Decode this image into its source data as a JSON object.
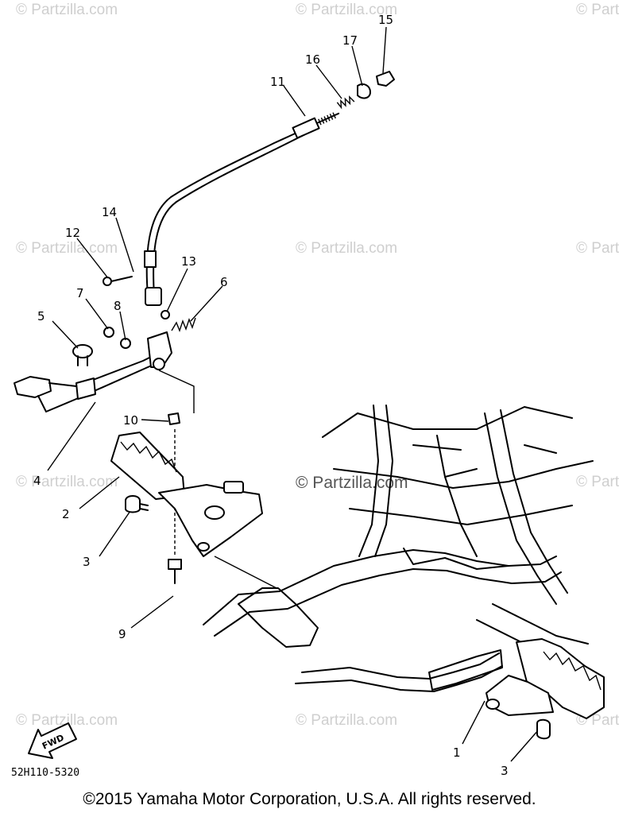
{
  "watermarks": {
    "text": "© Partzilla.com",
    "main": "© Partzilla.com"
  },
  "callouts": [
    {
      "id": "c1",
      "label": "1"
    },
    {
      "id": "c2",
      "label": "2"
    },
    {
      "id": "c3a",
      "label": "3"
    },
    {
      "id": "c3b",
      "label": "3"
    },
    {
      "id": "c4",
      "label": "4"
    },
    {
      "id": "c5",
      "label": "5"
    },
    {
      "id": "c6",
      "label": "6"
    },
    {
      "id": "c7",
      "label": "7"
    },
    {
      "id": "c8",
      "label": "8"
    },
    {
      "id": "c9",
      "label": "9"
    },
    {
      "id": "c10",
      "label": "10"
    },
    {
      "id": "c11",
      "label": "11"
    },
    {
      "id": "c12",
      "label": "12"
    },
    {
      "id": "c13",
      "label": "13"
    },
    {
      "id": "c14",
      "label": "14"
    },
    {
      "id": "c15",
      "label": "15"
    },
    {
      "id": "c16",
      "label": "16"
    },
    {
      "id": "c17",
      "label": "17"
    }
  ],
  "fwd_label": "FWD",
  "diagram_code": "52H110-5320",
  "copyright": "©2015 Yamaha Motor Corporation, U.S.A. All rights reserved."
}
